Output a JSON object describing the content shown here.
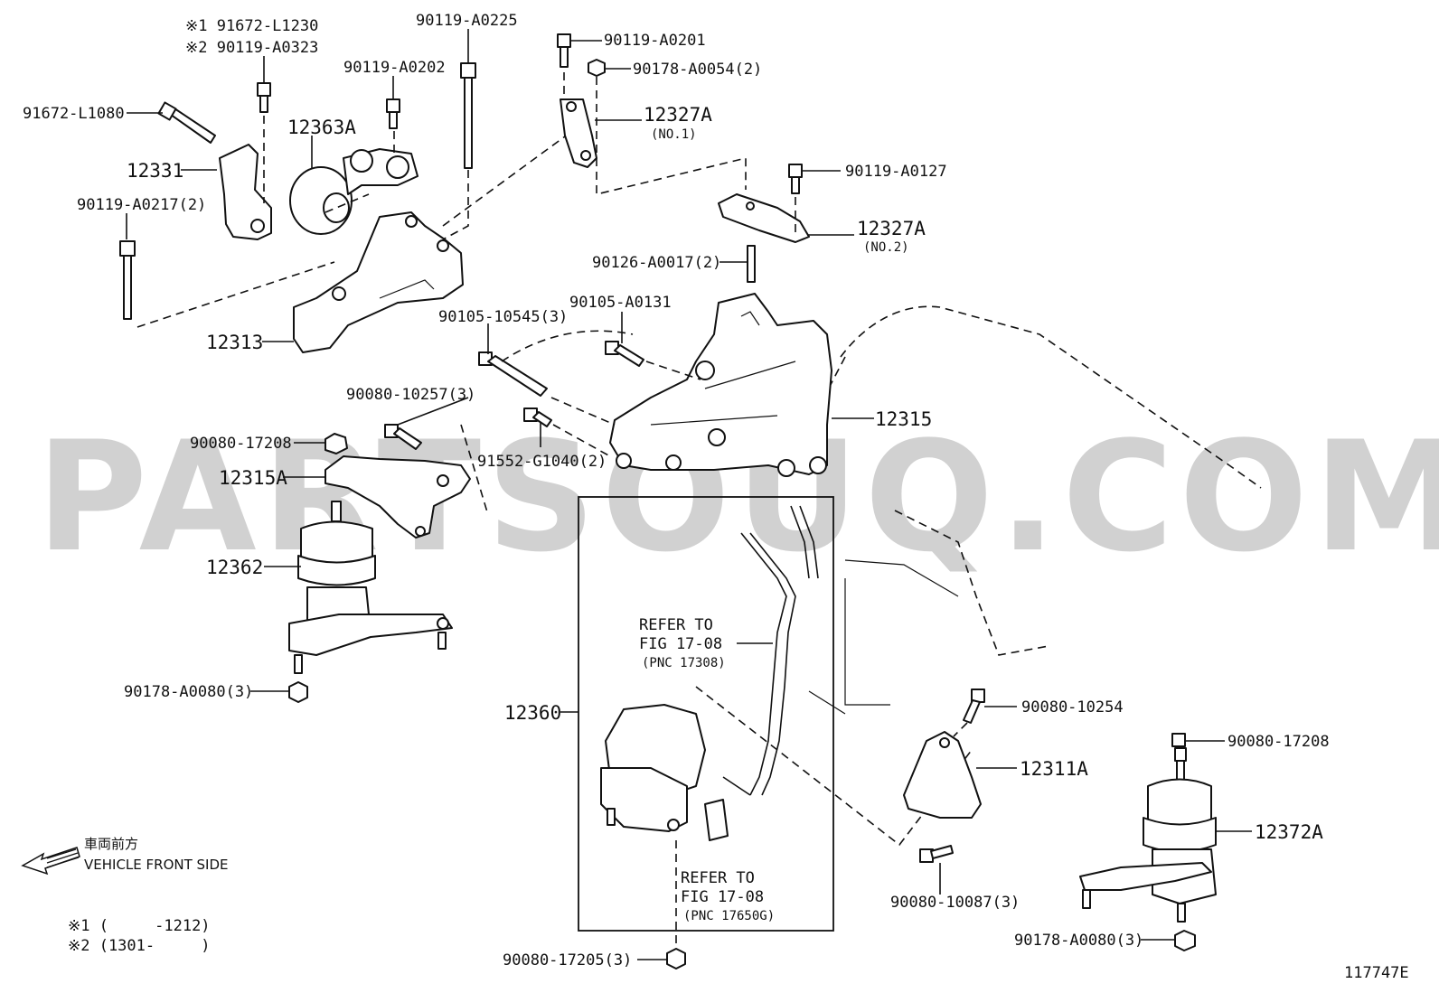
{
  "watermark": "PARTSOUQ.COM",
  "figure_id": "117747E",
  "orientation": {
    "label_jp": "車両前方",
    "label_en": "VEHICLE FRONT SIDE",
    "icon": "arrow-left-icon"
  },
  "footnotes": {
    "note1": "※1 (     -1212)",
    "note2": "※2 (1301-     )"
  },
  "callouts": {
    "c1": "※1 91672-L1230",
    "c2": "※2 90119-A0323",
    "c3": "90119-A0225",
    "c4": "90119-A0202",
    "c5": "90119-A0201",
    "c6": "90178-A0054(2)",
    "c7": "91672-L1080",
    "c8": "12363A",
    "c9": "12327A",
    "c9sub": "(NO.1)",
    "c10": "12331",
    "c11": "90119-A0217(2)",
    "c12": "90119-A0127",
    "c13": "12327A",
    "c13sub": "(NO.2)",
    "c14": "90126-A0017(2)",
    "c15": "90105-A0131",
    "c16": "90105-10545(3)",
    "c17": "12313",
    "c18": "90080-10257(3)",
    "c19": "12315",
    "c20": "90080-17208",
    "c21": "91552-G1040(2)",
    "c22": "12315A",
    "c23": "12362",
    "c24": "REFER TO",
    "c25": "FIG 17-08",
    "c26": "(PNC 17308)",
    "c27": "90178-A0080(3)",
    "c28": "12360",
    "c29": "90080-10254",
    "c30": "90080-17208",
    "c31": "12311A",
    "c32": "12372A",
    "c33": "REFER TO",
    "c34": "FIG 17-08",
    "c35": "(PNC 17650G)",
    "c36": "90080-10087(3)",
    "c37": "90178-A0080(3)",
    "c38": "90080-17205(3)"
  }
}
